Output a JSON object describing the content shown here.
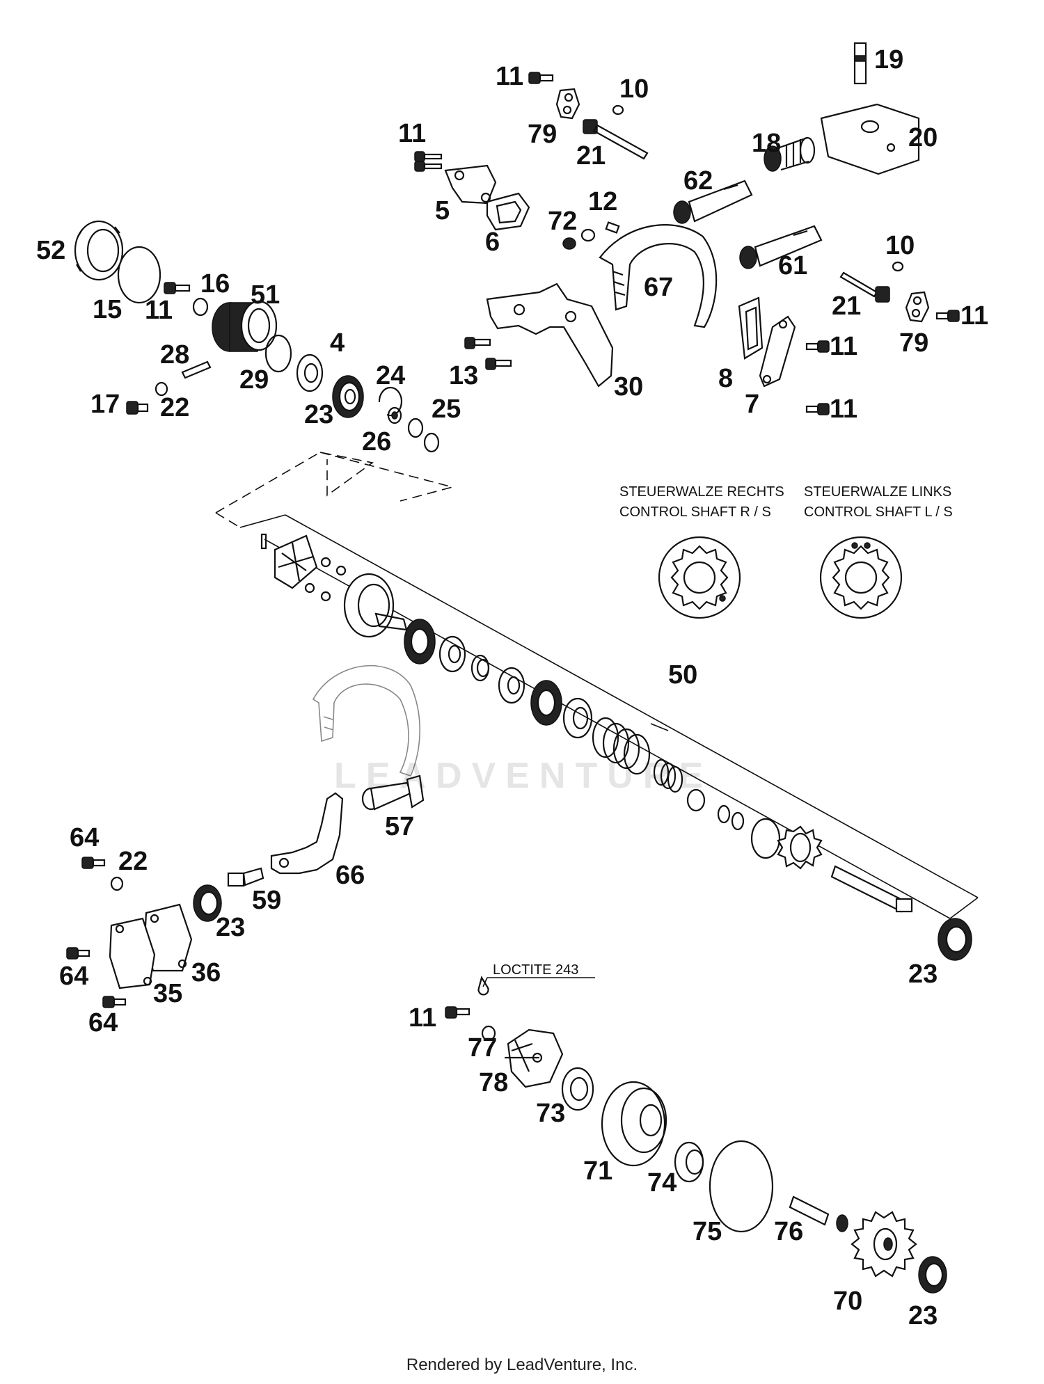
{
  "diagram": {
    "callouts": [
      "11",
      "10",
      "19",
      "79",
      "21",
      "20",
      "11",
      "18",
      "62",
      "5",
      "6",
      "12",
      "72",
      "52",
      "67",
      "10",
      "15",
      "11",
      "16",
      "51",
      "61",
      "21",
      "11",
      "79",
      "4",
      "28",
      "29",
      "13",
      "11",
      "8",
      "30",
      "24",
      "17",
      "22",
      "23",
      "7",
      "11",
      "25",
      "26",
      "50",
      "57",
      "64",
      "22",
      "66",
      "59",
      "23",
      "64",
      "36",
      "35",
      "64",
      "23",
      "11",
      "77",
      "78",
      "73",
      "71",
      "74",
      "75",
      "76",
      "70",
      "23"
    ],
    "notes": {
      "control_r_de": "STEUERWALZE RECHTS",
      "control_r_en": "CONTROL SHAFT R / S",
      "control_l_de": "STEUERWALZE LINKS",
      "control_l_en": "CONTROL SHAFT L / S",
      "loctite": "LOCTITE 243"
    }
  },
  "watermark": "LEADVENTURE",
  "footer": "Rendered by LeadVenture, Inc."
}
